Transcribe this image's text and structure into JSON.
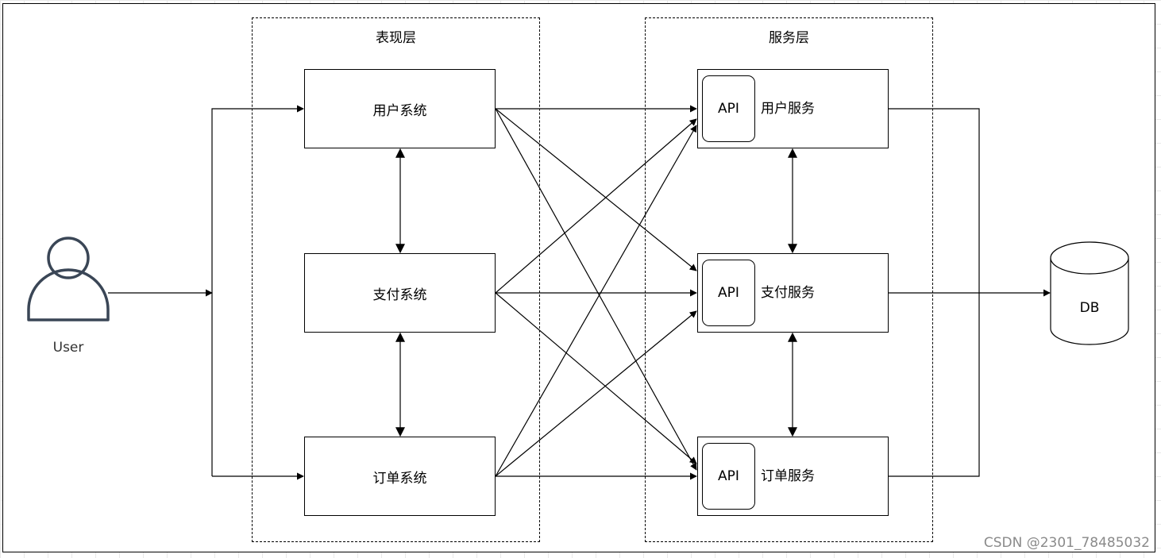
{
  "layers": {
    "presentation": {
      "title": "表现层",
      "systems": [
        "用户系统",
        "支付系统",
        "订单系统"
      ]
    },
    "service": {
      "title": "服务层",
      "api_label": "API",
      "services": [
        "用户服务",
        "支付服务",
        "订单服务"
      ]
    }
  },
  "actor": {
    "label": "User"
  },
  "database": {
    "label": "DB"
  },
  "watermark": "CSDN @2301_78485032"
}
